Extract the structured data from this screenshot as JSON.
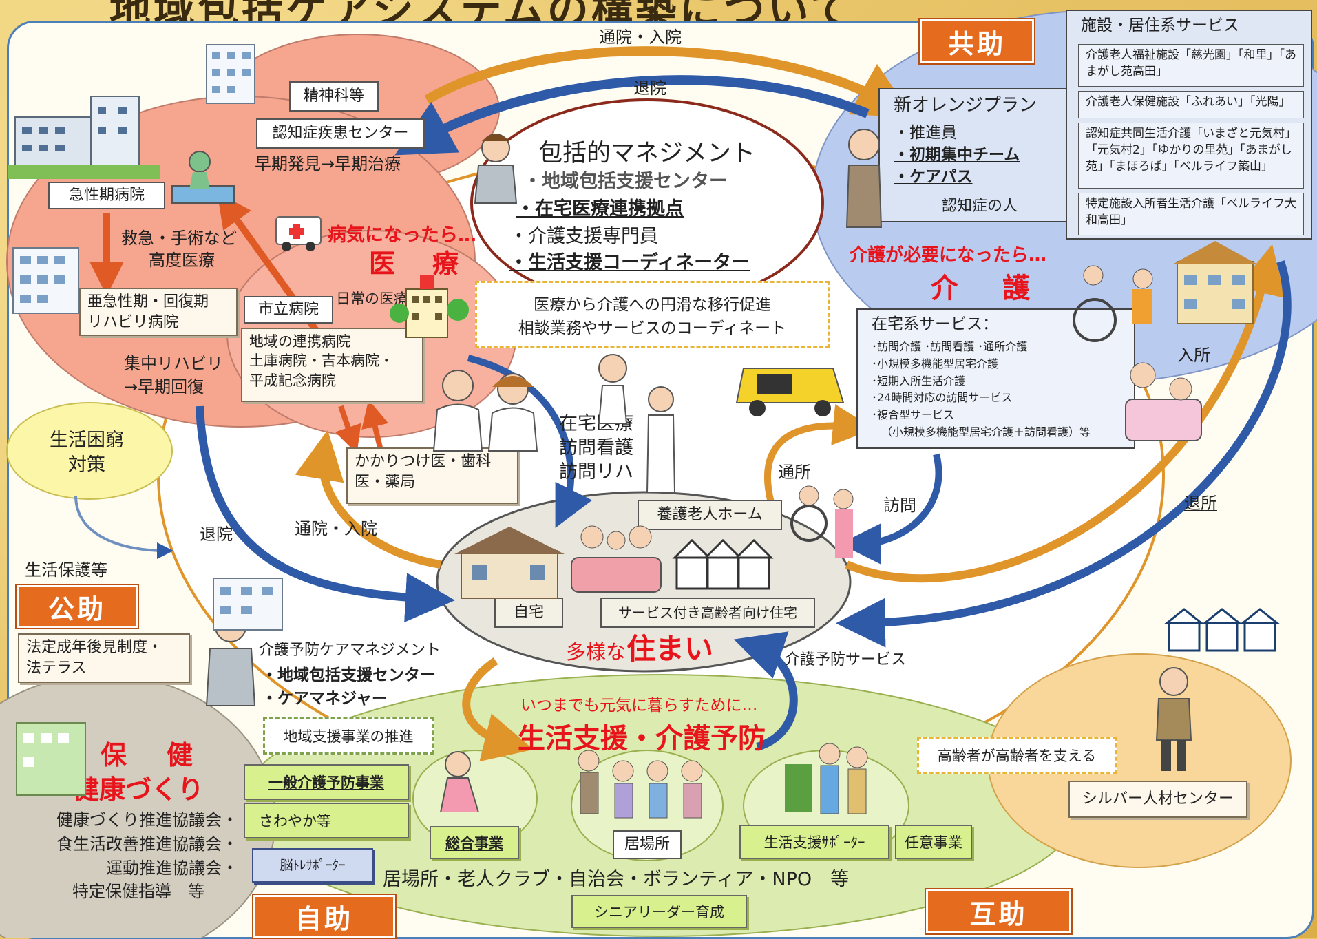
{
  "title": "地域包括ケアシステムの構築について",
  "colors": {
    "accent": "#e56b1f",
    "medical": "#f6a58e",
    "care": "#b9cbef",
    "housing": "#e9e6dd",
    "prevention": "#dcebaf",
    "silver": "#f9d79a",
    "arrow_blue": "#2f5aa8",
    "arrow_orange": "#e0952b",
    "emphasis_red": "#e8141b"
  },
  "labels": {
    "kyojo": "共助",
    "kojo": "公助",
    "jijo": "自助",
    "gojo": "互助",
    "tsuin_nyuin_top": "通院・入院",
    "taiin_top": "退院",
    "tsuin_nyuin_bottom": "通院・入院",
    "taiin_left": "退院",
    "tsusho": "通所",
    "houmon": "訪問",
    "nyusho": "入所",
    "taisho": "退所",
    "kaigo_yobo_service": "介護予防サービス"
  },
  "medical": {
    "seishinka": "精神科等",
    "ninchisho_center": "認知症疾患センター",
    "soki": "早期発見→早期治療",
    "kyuseiki": "急性期病院",
    "kyukyu1": "救急・手術など",
    "kyukyu2": "高度医療",
    "byoki": "病気になったら…",
    "iryo": "医　療",
    "akyuseiki1": "亜急性期・回復期",
    "akyuseiki2": "リハビリ病院",
    "shiritsu": "市立病院",
    "nichijo": "日常の医療",
    "renkei1": "地域の連携病院",
    "renkei2": "土庫病院・吉本病院・",
    "renkei3": "平成記念病院",
    "shuchu1": "集中リハビリ",
    "shuchu2": "→早期回復",
    "kakaritsuke1": "かかりつけ医・歯科",
    "kakaritsuke2": "医・薬局",
    "zaitaku1": "在宅医療",
    "zaitaku2": "訪問看護",
    "zaitaku3": "訪問リハ"
  },
  "management": {
    "title": "包括的マネジメント",
    "items": [
      "・地域包括支援センター",
      "・在宅医療連携拠点",
      "・介護支援専門員",
      "・生活支援コーディネーター"
    ],
    "transition1": "医療から介護への円滑な移行促進",
    "transition2": "相談業務やサービスのコーディネート"
  },
  "care": {
    "orange_title": "新オレンジプラン",
    "orange_items": [
      "・推進員",
      "・初期集中チーム",
      "・ケアパス"
    ],
    "ninchisho": "認知症の人",
    "needed": "介護が必要になったら…",
    "kaigo": "介　護",
    "home_title": "在宅系サービス：",
    "home_items": [
      "･訪問介護 ･訪問看護 ･通所介護",
      "･小規模多機能型居宅介護",
      "･短期入所生活介護",
      "･24時間対応の訪問サービス",
      "･複合型サービス",
      "（小規模多機能型居宅介護＋訪問看護）等"
    ],
    "facility_title": "施設・居住系サービス",
    "facility_items": [
      "介護老人福祉施設「慈光園」「和里」「あまがし苑高田」",
      "介護老人保健施設「ふれあい」「光陽」",
      "認知症共同生活介護「いまざと元気村」「元気村2」「ゆかりの里苑」「あまがし苑」「まほろば」「ベルライフ築山」",
      "特定施設入所者生活介護「ベルライフ大和高田」"
    ]
  },
  "housing": {
    "yogo": "養護老人ホーム",
    "jitaku": "自宅",
    "sakoju": "サービス付き高齢者向け住宅",
    "tayona": "多様な",
    "sumai": "住まい"
  },
  "public": {
    "konkyu1": "生活困窮",
    "konkyu2": "対策",
    "seikatsu_hogo": "生活保護等",
    "koken1": "法定成年後見制度・",
    "koken2": "法テラス"
  },
  "prevention_mgmt": {
    "title": "介護予防ケアマネジメント",
    "items": [
      "・地域包括支援センター",
      "・ケアマネジャー"
    ]
  },
  "health": {
    "hoken": "保　健",
    "kenko": "健康づくり",
    "items": [
      "健康づくり推進協議会・",
      "食生活改善推進協議会・",
      "運動推進協議会・",
      "特定保健指導　等"
    ]
  },
  "prevention": {
    "itsumade": "いつまでも元気に暮らすために…",
    "title": "生活支援・介護予防",
    "chiiki_shien": "地域支援事業の推進",
    "ippan": "一般介護予防事業",
    "sawayaka": "さわやか等",
    "sogo": "総合事業",
    "ibasho": "居場所",
    "supporter": "生活支援ｻﾎﾟｰﾀｰ",
    "nini": "任意事業",
    "noutore": "脳ﾄﾚｻﾎﾟｰﾀｰ",
    "groups": "居場所・老人クラブ・自治会・ボランティア・NPO　等",
    "senior": "シニアリーダー育成"
  },
  "silver": {
    "koreisha": "高齢者が高齢者を支える",
    "center": "シルバー人材センター"
  }
}
